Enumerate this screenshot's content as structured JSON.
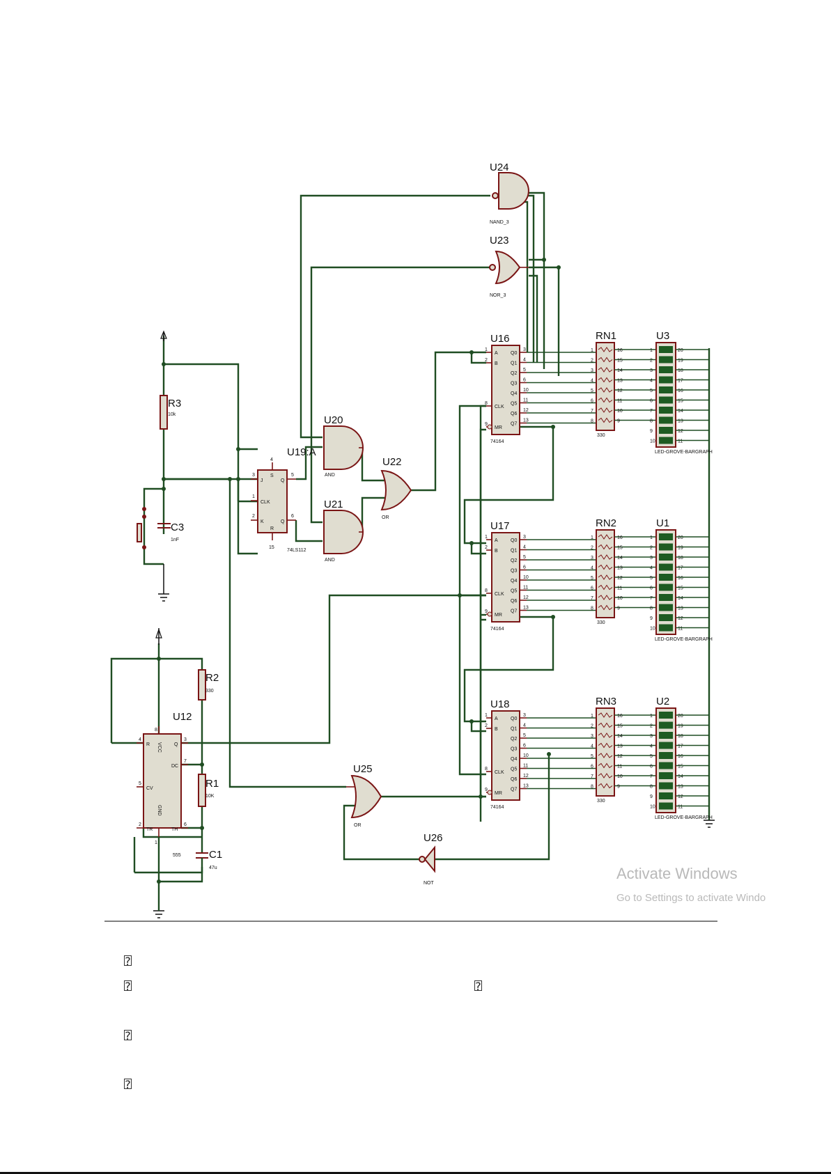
{
  "components": {
    "nand": {
      "ref": "U24",
      "type": "NAND_3"
    },
    "nor": {
      "ref": "U23",
      "type": "NOR_3"
    },
    "shift_registers": [
      {
        "ref": "U16",
        "type": "74164"
      },
      {
        "ref": "U17",
        "type": "74164"
      },
      {
        "ref": "U18",
        "type": "74164"
      }
    ],
    "resistor_networks": [
      {
        "ref": "RN1",
        "value": "330"
      },
      {
        "ref": "RN2",
        "value": "330"
      },
      {
        "ref": "RN3",
        "value": "330"
      }
    ],
    "bargraphs": [
      {
        "ref": "U3",
        "type": "LED-GROVE-BARGRAPH"
      },
      {
        "ref": "U1",
        "type": "LED-GROVE-BARGRAPH"
      },
      {
        "ref": "U2",
        "type": "LED-GROVE-BARGRAPH"
      }
    ],
    "flipflop": {
      "ref": "U19:A",
      "type": "74LS112"
    },
    "and1": {
      "ref": "U20",
      "type": "AND"
    },
    "and2": {
      "ref": "U21",
      "type": "AND"
    },
    "or1": {
      "ref": "U22",
      "type": "OR"
    },
    "or2": {
      "ref": "U25",
      "type": "OR"
    },
    "not": {
      "ref": "U26",
      "type": "NOT"
    },
    "timer": {
      "ref": "U12",
      "type": "555"
    },
    "r3": {
      "ref": "R3",
      "value": "10k"
    },
    "c3": {
      "ref": "C3",
      "value": "1nF"
    },
    "r2": {
      "ref": "R2",
      "value": "330"
    },
    "r1": {
      "ref": "R1",
      "value": "10K"
    },
    "c1": {
      "ref": "C1",
      "value": "47u"
    }
  },
  "pin_labels": {
    "sr_left": [
      "A",
      "B",
      "CLK",
      "MR"
    ],
    "sr_right": [
      "Q0",
      "Q1",
      "Q2",
      "Q3",
      "Q4",
      "Q5",
      "Q6",
      "Q7"
    ],
    "sr_in_nums": [
      "1",
      "2",
      "8",
      "9"
    ],
    "sr_out_nums": [
      "3",
      "4",
      "5",
      "6",
      "10",
      "11",
      "12",
      "13"
    ],
    "rn_left": [
      "1",
      "2",
      "3",
      "4",
      "5",
      "6",
      "7",
      "8"
    ],
    "rn_right": [
      "16",
      "15",
      "14",
      "13",
      "12",
      "11",
      "10",
      "9"
    ],
    "bar_left": [
      "1",
      "2",
      "3",
      "4",
      "5",
      "6",
      "7",
      "8",
      "9",
      "10"
    ],
    "bar_right": [
      "20",
      "19",
      "18",
      "17",
      "16",
      "15",
      "14",
      "13",
      "12",
      "11"
    ],
    "ff": {
      "j": "J",
      "clk": "CLK",
      "k": "K",
      "q": "Q",
      "qbar": "Q",
      "s": "S",
      "r": "R",
      "p4": "4",
      "p3": "3",
      "p1": "1",
      "p2": "2",
      "p5": "5",
      "p6": "6",
      "p15": "15"
    },
    "timer": {
      "r": "R",
      "q": "Q",
      "dc": "DC",
      "cv": "CV",
      "tr": "TR",
      "th": "TH",
      "vcc": "VCC",
      "gnd": "GND",
      "p4": "4",
      "p3": "3",
      "p7": "7",
      "p5": "5",
      "p2": "2",
      "p6": "6",
      "p8": "8",
      "p1": "1"
    }
  },
  "watermark": {
    "line1": "Activate Windows",
    "line2": "Go to Settings to activate Windo"
  },
  "footer_glyphs": [
    "?",
    "?",
    "?",
    "?",
    "?"
  ],
  "colors": {
    "wire": "#1f4d22",
    "component_fill": "#e0ddd0",
    "component_border": "#7a1515",
    "led": "#1e5b22"
  }
}
